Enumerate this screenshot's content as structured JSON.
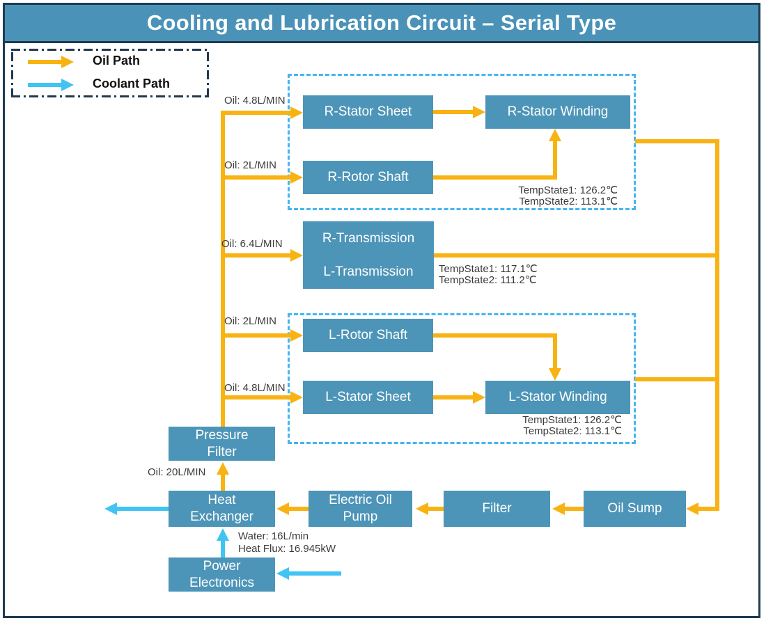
{
  "title": "Cooling and Lubrication Circuit – Serial Type",
  "legend": {
    "oil": "Oil Path",
    "coolant": "Coolant Path"
  },
  "colors": {
    "oil_path": "#F8B313",
    "coolant_path": "#41C3F3",
    "node_fill": "#4D95B8",
    "title_fill": "#4A92B8",
    "enclosure_border": "#45B5F0",
    "frame_border": "#1E3C52"
  },
  "nodes": {
    "r_stator_sheet": "R-Stator Sheet",
    "r_stator_winding": "R-Stator Winding",
    "r_rotor_shaft": "R-Rotor Shaft",
    "transmission_top": "R-Transmission",
    "transmission_bottom": "L-Transmission",
    "l_rotor_shaft": "L-Rotor Shaft",
    "l_stator_sheet": "L-Stator Sheet",
    "l_stator_winding": "L-Stator Winding",
    "pressure_filter": "Pressure\nFilter",
    "heat_exchanger": "Heat\nExchanger",
    "electric_oil_pump": "Electric Oil\nPump",
    "filter": "Filter",
    "oil_sump": "Oil Sump",
    "power_electronics": "Power\nElectronics"
  },
  "flow_labels": {
    "r_stator_sheet": "Oil: 4.8L/MIN",
    "r_rotor_shaft": "Oil: 2L/MIN",
    "transmission": "Oil: 6.4L/MIN",
    "l_rotor_shaft": "Oil: 2L/MIN",
    "l_stator_sheet": "Oil: 4.8L/MIN",
    "pump_to_pressure_filter": "Oil: 20L/MIN",
    "water": "Water: 16L/min",
    "heat_flux": "Heat Flux: 16.945kW"
  },
  "temperatures": {
    "r_motor": [
      "TempState1: 126.2℃",
      "TempState2: 113.1℃"
    ],
    "transmission": [
      "TempState1: 117.1℃",
      "TempState2: 111.2℃"
    ],
    "l_motor": [
      "TempState1: 126.2℃",
      "TempState2: 113.1℃"
    ]
  }
}
